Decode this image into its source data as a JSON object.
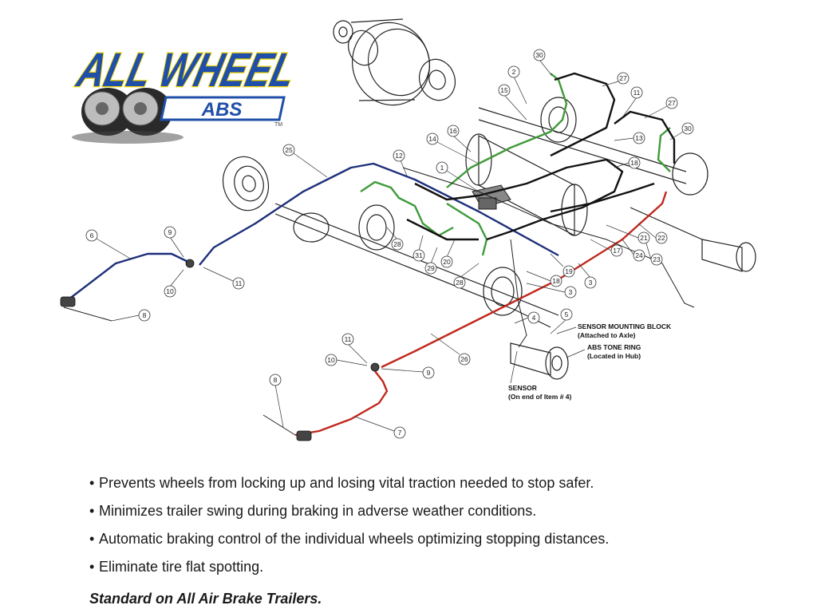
{
  "logo": {
    "wordmark": "ALL WHEEL",
    "badge": "ABS",
    "trademark": "TM"
  },
  "callouts": [
    "30",
    "2",
    "27",
    "11",
    "15",
    "27",
    "16",
    "13",
    "30",
    "14",
    "12",
    "18",
    "1",
    "25",
    "21",
    "22",
    "17",
    "24",
    "23",
    "9",
    "6",
    "28",
    "31",
    "29",
    "20",
    "28",
    "18",
    "3",
    "19",
    "3",
    "11",
    "10",
    "4",
    "5",
    "8",
    "26",
    "11",
    "10",
    "9",
    "8",
    "7"
  ],
  "labels": {
    "sensor_block_line1": "SENSOR MOUNTING BLOCK",
    "sensor_block_line2": "(Attached to Axle)",
    "tone_ring_line1": "ABS TONE RING",
    "tone_ring_line2": "(Located in Hub)",
    "sensor_line1": "SENSOR",
    "sensor_line2": "(On end of Item # 4)"
  },
  "colors": {
    "blue_line": "#1d2f7a",
    "red_line": "#c0281e",
    "green_line": "#3f9a3a",
    "black_line": "#111111",
    "logo_blue": "#1f4fa8",
    "logo_yellow": "#f2d400"
  },
  "bullets": [
    "Prevents wheels from locking up and losing vital traction needed to stop safer.",
    "Minimizes trailer swing during braking in adverse weather conditions.",
    "Automatic braking control of the individual wheels optimizing stopping distances.",
    "Eliminate tire flat spotting."
  ],
  "bullet_symbol": "•",
  "tagline": "Standard on All Air Brake Trailers."
}
